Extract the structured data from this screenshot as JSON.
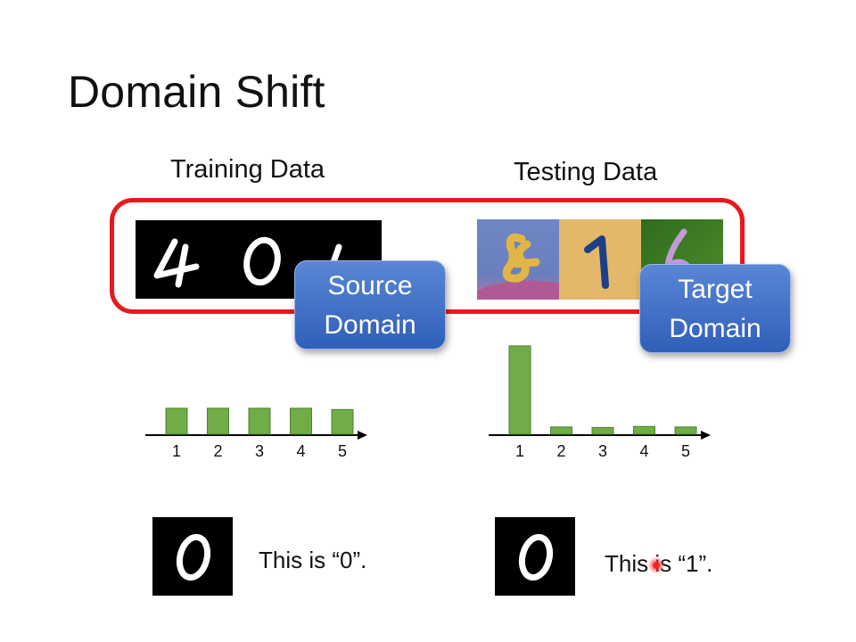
{
  "slide": {
    "title": "Domain Shift",
    "training_heading": "Training Data",
    "testing_heading": "Testing Data",
    "source_callout": [
      "Source",
      "Domain"
    ],
    "target_callout": [
      "Target",
      "Domain"
    ],
    "caption_left": "This is “0”.",
    "caption_right": "This is “1”.",
    "colors": {
      "box": "#e8181e",
      "callout": "#3c6cc4",
      "bars": "#70ad47"
    }
  },
  "chart_data": [
    {
      "type": "bar",
      "categories": [
        "1",
        "2",
        "3",
        "4",
        "5"
      ],
      "values": [
        1,
        1,
        1,
        1,
        0.95
      ],
      "ylim": [
        0,
        3.5
      ]
    },
    {
      "type": "bar",
      "categories": [
        "1",
        "2",
        "3",
        "4",
        "5"
      ],
      "values": [
        3.4,
        0.28,
        0.26,
        0.3,
        0.28
      ],
      "ylim": [
        0,
        3.5
      ]
    }
  ]
}
